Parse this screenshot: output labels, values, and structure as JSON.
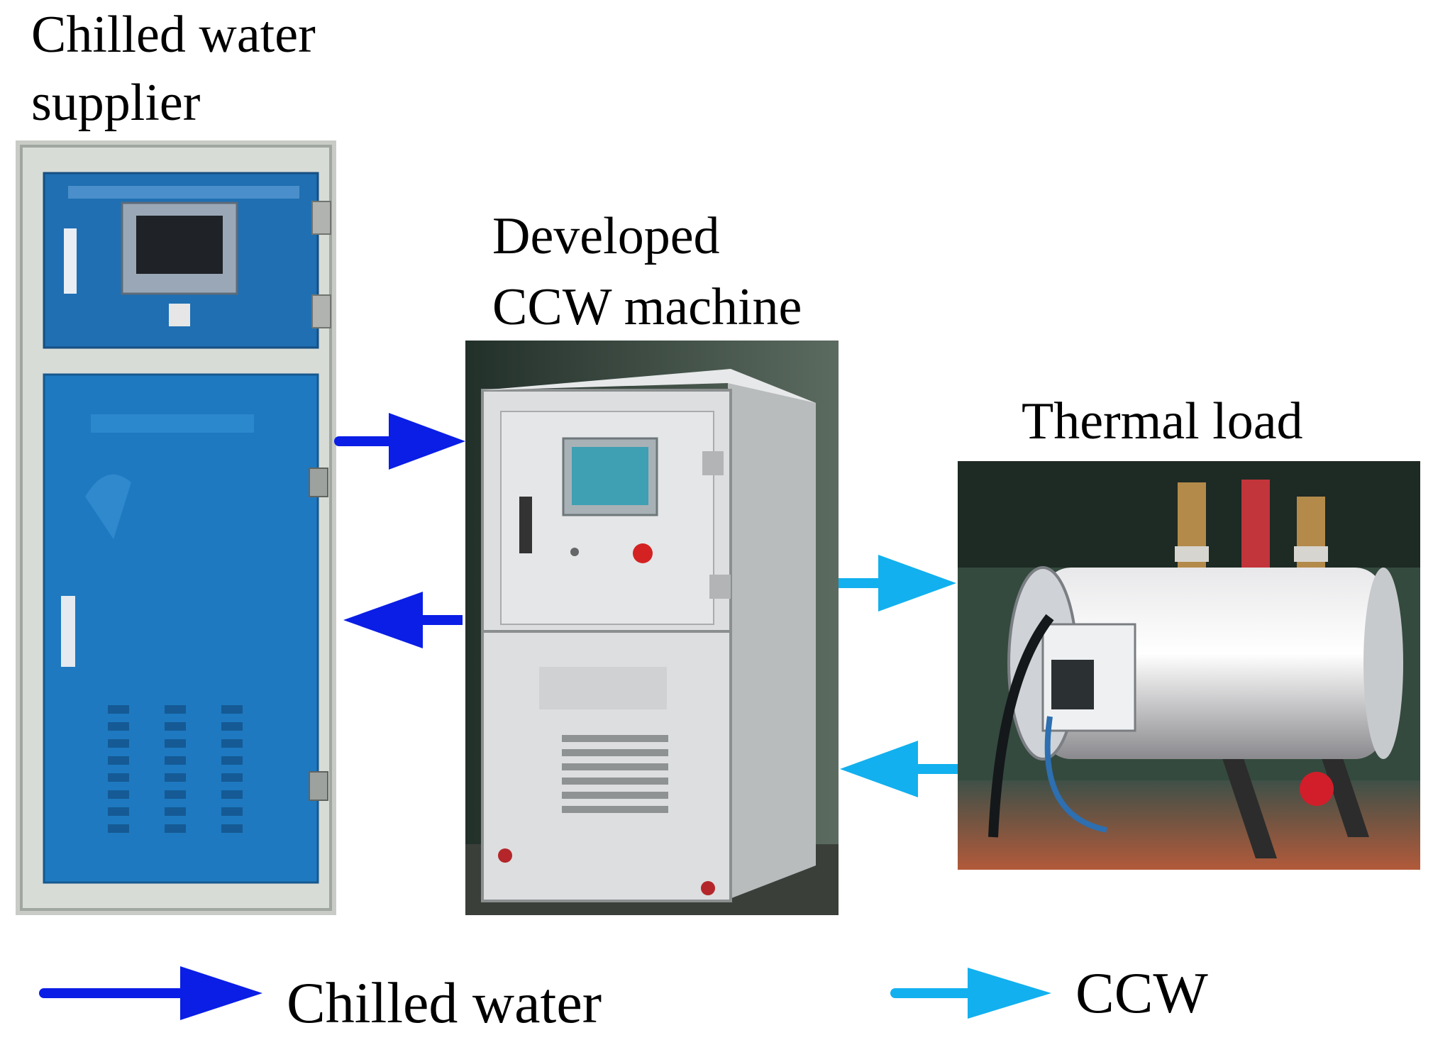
{
  "labels": {
    "supplier_line1": "Chilled water",
    "supplier_line2": "supplier",
    "ccw_line1": "Developed",
    "ccw_line2": "CCW machine",
    "thermal": "Thermal load"
  },
  "legend": {
    "chilled": "Chilled water",
    "ccw": "CCW"
  },
  "colors": {
    "chilled_water": "#0a1ee6",
    "ccw": "#12b0ee"
  }
}
